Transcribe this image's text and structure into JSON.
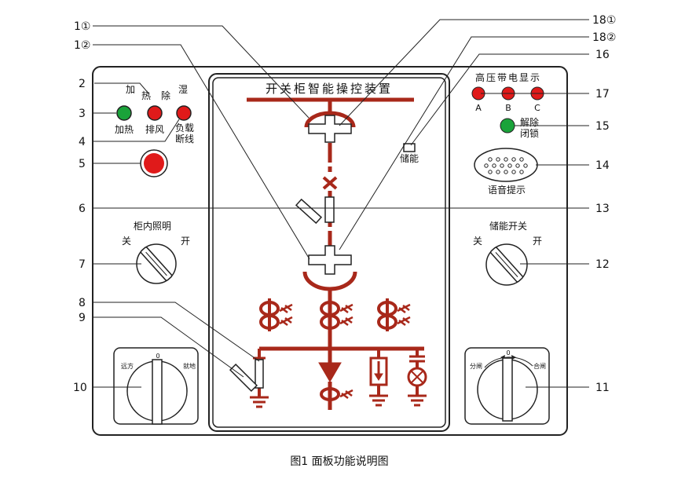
{
  "device_title": "开关柜智能操控装置",
  "heater_labels": [
    "加",
    "热",
    "除",
    "湿"
  ],
  "indicators": {
    "heating": "加热",
    "exhaust": "排风",
    "load_disconnect_line1": "负载",
    "load_disconnect_line2": "断线"
  },
  "energy_storage_label": "储能",
  "hv_display": {
    "title": "高压带电显示",
    "phases": [
      "A",
      "B",
      "C"
    ]
  },
  "unlock_line1": "解除",
  "unlock_line2": "闭锁",
  "voice_prompt": "语音提示",
  "cabinet_light": {
    "title": "柜内照明",
    "off": "关",
    "on": "开"
  },
  "storage_switch": {
    "title": "储能开关",
    "off": "关",
    "on": "开"
  },
  "left_selector": {
    "left": "远方",
    "center": "0",
    "right": "就地"
  },
  "right_selector": {
    "left": "分闸",
    "center": "0",
    "right": "合闸"
  },
  "callouts": {
    "c1a": "1①",
    "c1b": "1②",
    "c18a": "18①",
    "c18b": "18②",
    "c2": "2",
    "c3": "3",
    "c4": "4",
    "c5": "5",
    "c6": "6",
    "c7": "7",
    "c8": "8",
    "c9": "9",
    "c10": "10",
    "c11": "11",
    "c12": "12",
    "c13": "13",
    "c14": "14",
    "c15": "15",
    "c16": "16",
    "c17": "17"
  },
  "caption": "图1 面板功能说明图",
  "colors": {
    "mimic": "#a8281a",
    "red_lamp": "#e01a1a",
    "green_lamp": "#1aa33a",
    "outline": "#222222"
  }
}
